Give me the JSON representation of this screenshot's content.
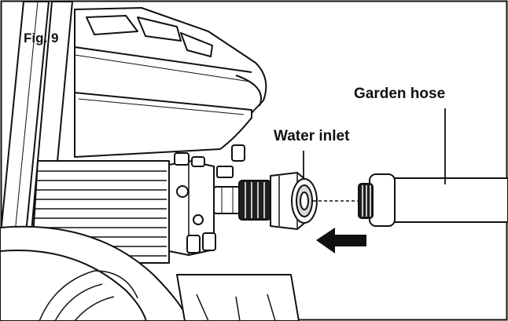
{
  "figure": {
    "fig_label": "Fig. 9",
    "labels": {
      "garden_hose": "Garden hose",
      "water_inlet": "Water inlet"
    },
    "colors": {
      "line": "#111111",
      "fill": "#ffffff",
      "shade": "#d9d9d9",
      "dark": "#1a1a1a"
    },
    "icons": [
      "direction-arrow-icon"
    ]
  }
}
